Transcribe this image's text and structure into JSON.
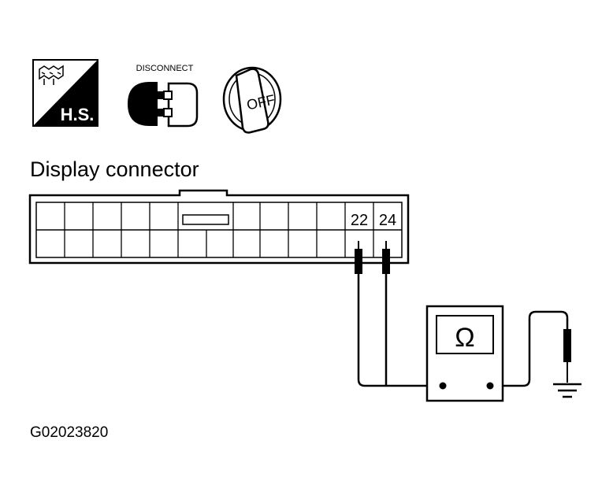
{
  "icons": {
    "hs_label": "H.S.",
    "disconnect_label": "DISCONNECT",
    "ignition_label": "OFF"
  },
  "diagram": {
    "title": "Display connector",
    "terminal_a": "22",
    "terminal_b": "24",
    "meter_symbol": "Ω"
  },
  "figure_id": "G02023820"
}
